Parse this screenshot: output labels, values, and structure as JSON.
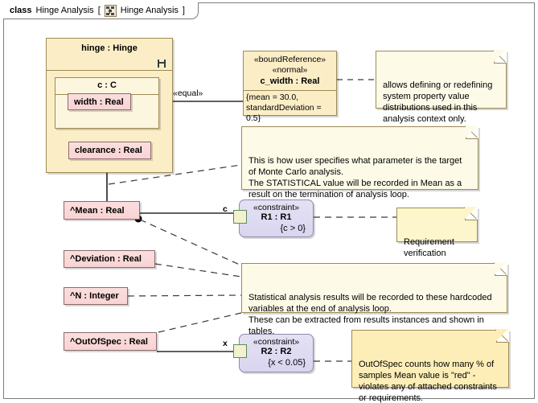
{
  "frame": {
    "keyword": "class",
    "name": "Hinge Analysis",
    "bracket_open": "[",
    "diagram_name": "Hinge Analysis",
    "bracket_close": "]",
    "icon": "bdd-icon"
  },
  "hinge_block": {
    "title": "hinge : Hinge",
    "icon": "part-property-icon",
    "inner_block": {
      "title": "c : C",
      "property": "width : Real"
    },
    "clearance": "clearance : Real"
  },
  "results": {
    "mean": "^Mean : Real",
    "deviation": "^Deviation : Real",
    "n": "^N : Integer",
    "out_of_spec": "^OutOfSpec : Real"
  },
  "bound_reference": {
    "stereotype1": "«boundReference»",
    "stereotype2": "«normal»",
    "name": "c_width : Real",
    "constraints_line1": "{mean = 30.0,",
    "constraints_line2": "standardDeviation = 0.5}"
  },
  "constraints": [
    {
      "id": "R1",
      "stereotype": "«constraint»",
      "name": "R1 : R1",
      "expression": "{c > 0}",
      "port_label": "c"
    },
    {
      "id": "R2",
      "stereotype": "«constraint»",
      "name": "R2 : R2",
      "expression": "{x < 0.05}",
      "port_label": "x"
    }
  ],
  "edges": {
    "equal_label": "«equal»"
  },
  "notes": {
    "bound_reference": "allows defining or redefining system property value distributions used in this analysis context only.",
    "monte_carlo": "This is how user specifies what parameter is the target of Monte Carlo analysis.\nThe STATISTICAL value will be recorded in Mean as a result on the termination of analysis loop.",
    "requirement_verification": "Requirement verification",
    "statistical": "Statistical analysis results will be recorded to these hardcoded variables at the end of analysis loop.\nThese can be extracted from results instances and shown in tables.",
    "out_of_spec": "OutOfSpec counts how many % of samples Mean value is \"red\" - violates any of attached constraints or requirements."
  },
  "colors": {
    "block_fill": "#fbeec7",
    "inner_block_fill": "#fdf6df",
    "property_fill": "#fbdede",
    "constraint_fill": "#e0ddf1",
    "note_fill": "#fdfbe8",
    "note_highlight_fill": "#fdeeb8",
    "border": "#9c8b55",
    "line": "#000000"
  }
}
